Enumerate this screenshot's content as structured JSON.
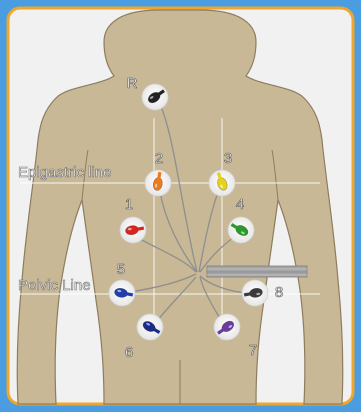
{
  "colors": {
    "page_bg": "#4a9de0",
    "panel_bg": "#f1f1f1",
    "panel_border": "#f0a62a",
    "body_fill": "#c8b896",
    "body_stroke": "#8d7d5e",
    "grid_line": "#ffffff",
    "wire": "#8f8f8f",
    "connector_bar": "#9e9e9e"
  },
  "reference_lines": {
    "epigastric": "Epigastric line",
    "pelvic": "Pelvic Line"
  },
  "electrodes": [
    {
      "label": "R",
      "color": "#222222",
      "name": "electrode-r"
    },
    {
      "label": "2",
      "color": "#ee7a1c",
      "name": "electrode-2"
    },
    {
      "label": "3",
      "color": "#e6d21d",
      "name": "electrode-3"
    },
    {
      "label": "1",
      "color": "#d9251f",
      "name": "electrode-1"
    },
    {
      "label": "4",
      "color": "#2a9a2a",
      "name": "electrode-4"
    },
    {
      "label": "5",
      "color": "#1f3fae",
      "name": "electrode-5"
    },
    {
      "label": "8",
      "color": "#3a3a3a",
      "name": "electrode-8"
    },
    {
      "label": "6",
      "color": "#1c2a8a",
      "name": "electrode-6"
    },
    {
      "label": "7",
      "color": "#6b3c9e",
      "name": "electrode-7"
    }
  ]
}
